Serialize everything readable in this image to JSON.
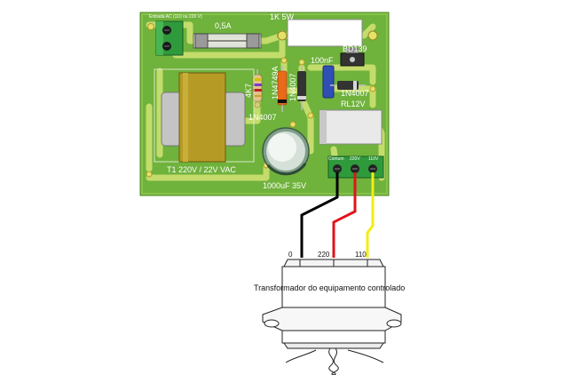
{
  "pcb": {
    "input_label": "Entrada AC (110 ou 220 V)",
    "fuse": "0,5A",
    "resistor_power": "1K 5W",
    "capacitor_small": "100nF",
    "transistor": "BD139",
    "resistor_4k7": "4K7",
    "zener": "1N4749A",
    "diode_a": "1N4007",
    "diode_b": "1N4007",
    "diode_c": "1N4007",
    "relay": "RL12V",
    "transformer": "T1 220V / 22V VAC",
    "electrolytic": "1000uF 35V",
    "terminal_common": "Comum",
    "terminal_220": "220V",
    "terminal_110": "110V"
  },
  "transformer": {
    "tap_0": "0",
    "tap_220": "220",
    "tap_110": "110",
    "label": "Transformador do equipamento controlado"
  },
  "colors": {
    "board": "#6fb23c",
    "board_light": "#a6d24f",
    "trace": "#c4dc6c",
    "wire_common": "#000000",
    "wire_220": "#e0141a",
    "wire_110": "#f2ee12"
  }
}
